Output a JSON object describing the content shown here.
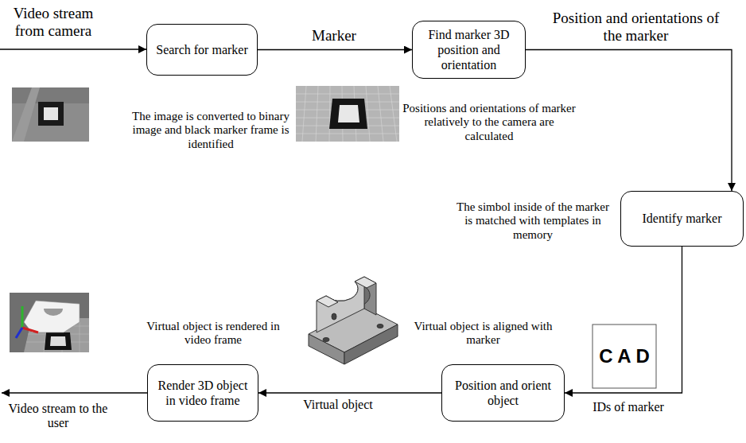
{
  "diagram": {
    "nodes": [
      {
        "text": [
          "Search for marker"
        ]
      },
      {
        "text": [
          "Find marker 3D position and orientation"
        ]
      },
      {
        "text": [
          "Identify marker"
        ]
      },
      {
        "text": [
          "Position and orient object"
        ]
      },
      {
        "text": [
          "Render 3D object in video frame"
        ]
      }
    ],
    "edges": [
      {
        "from": 0,
        "to": 1,
        "arrow": "to",
        "label": "Marker"
      },
      {
        "from": 1,
        "to": 2,
        "arrow": "to",
        "label": "Position and orientations of the marker"
      },
      {
        "from": 2,
        "to": 3,
        "arrow": "to",
        "label": "IDs of marker"
      },
      {
        "from": 3,
        "to": 4,
        "arrow": "to",
        "label": "Virtual object"
      }
    ],
    "labels": [
      "Video stream from camera",
      "The image is converted to binary image and black marker frame is identified",
      "Positions and orientations of marker relatively to the camera are calculated",
      "The simbol inside of the marker is matched with templates in memory",
      "C A D",
      "Virtual object is aligned with marker",
      "Virtual object is rendered in video frame",
      "Video stream to the user"
    ]
  }
}
